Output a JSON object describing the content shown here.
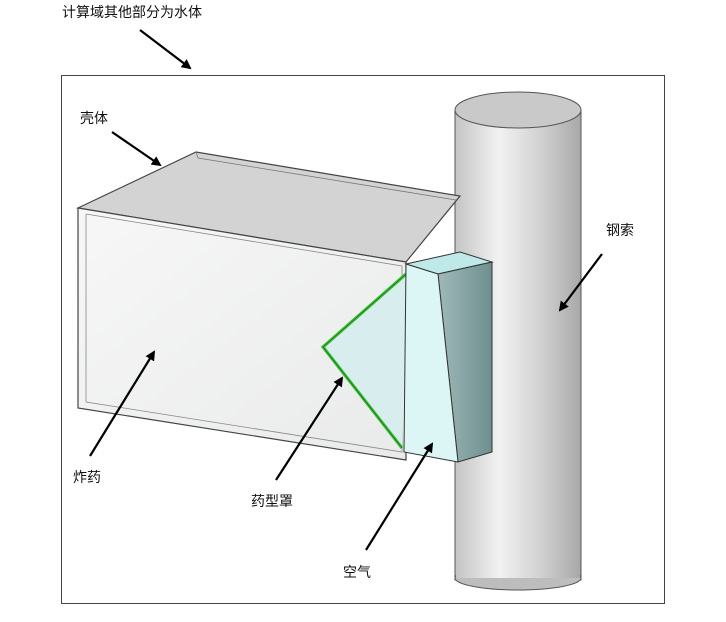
{
  "labels": {
    "domain_note": "计算域其他部分为水体",
    "shell": "壳体",
    "steel_cable": "钢索",
    "explosive": "炸药",
    "liner": "药型罩",
    "air": "空气"
  },
  "colors": {
    "liner_green": "#3fc23a",
    "air_fill": "#dcf6f6",
    "cable_fill": "#d9d9d9",
    "outline": "#333333",
    "arrow": "#000000"
  }
}
